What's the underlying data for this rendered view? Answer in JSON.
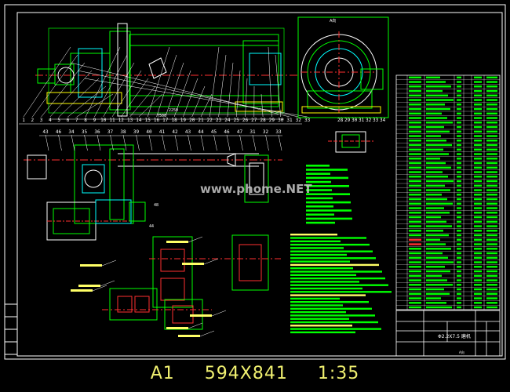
{
  "watermark": "www.phome.NET",
  "caption": {
    "sheet": "A1",
    "size": "594X841",
    "scale": "1:35"
  },
  "title_block": {
    "drawing_title": "Φ2.2X7.5 磨机"
  },
  "view_label": "A向",
  "top_balloons": [
    "1",
    "2",
    "3",
    "4",
    "5",
    "6",
    "7",
    "8",
    "9",
    "10",
    "11",
    "12",
    "13",
    "14",
    "15",
    "16",
    "17",
    "18",
    "19",
    "20",
    "21",
    "22",
    "23",
    "24",
    "25",
    "26",
    "27",
    "28",
    "29",
    "30",
    "31",
    "32",
    "33"
  ],
  "mid_balloons": [
    "43",
    "46",
    "34",
    "35",
    "36",
    "37",
    "38",
    "39",
    "40",
    "41",
    "42",
    "43",
    "44",
    "45",
    "46",
    "47",
    "31",
    "32",
    "33"
  ],
  "dim_labels": {
    "d1": "2250",
    "d2": "7500",
    "d3": "44",
    "d4": "48"
  },
  "colors": {
    "bg": "#000000",
    "frame": "#ffffff",
    "outline": "#00ff00",
    "text": "#f0f070",
    "center": "#ff3030",
    "detail": "#00ffff"
  }
}
